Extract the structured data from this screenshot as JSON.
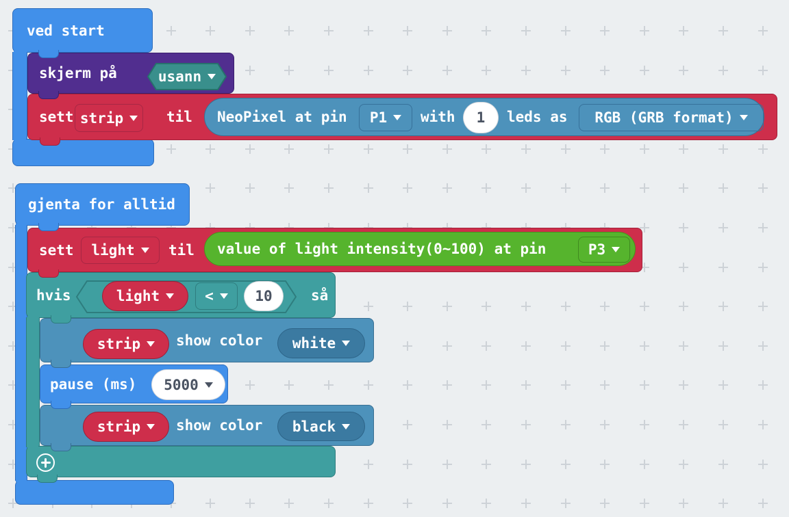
{
  "colors": {
    "workspace_bg": "#eceff1",
    "grid_mark": "#cdd2d7",
    "basic_blue": "#4190ea",
    "led_purple": "#512e8f",
    "variables_red": "#ce2e4b",
    "logic_teal": "#3f9fa0",
    "neopixel_steel": "#4d92bb",
    "pins_green": "#56b42d",
    "boolean_teal": "#398f8c"
  },
  "script1": {
    "on_start": "ved start",
    "screen_on": {
      "label": "skjerm på",
      "value": "usann"
    },
    "set_strip": {
      "set": "sett",
      "variable": "strip",
      "to": "til"
    },
    "neopixel": {
      "prefix": "NeoPixel at pin",
      "pin": "P1",
      "with": "with",
      "count": "1",
      "suffix": "leds as",
      "format": "RGB (GRB format)"
    }
  },
  "script2": {
    "forever": "gjenta for alltid",
    "set_light": {
      "set": "sett",
      "variable": "light",
      "to": "til"
    },
    "light_value": {
      "label": "value of light intensity(0~100) at pin",
      "pin": "P3"
    },
    "if_block": {
      "if": "hvis",
      "variable": "light",
      "operator": "<",
      "value": "10",
      "then": "så"
    },
    "show_white": {
      "variable": "strip",
      "label": "show color",
      "color": "white"
    },
    "pause": {
      "label": "pause (ms)",
      "value": "5000"
    },
    "show_black": {
      "variable": "strip",
      "label": "show color",
      "color": "black"
    }
  }
}
